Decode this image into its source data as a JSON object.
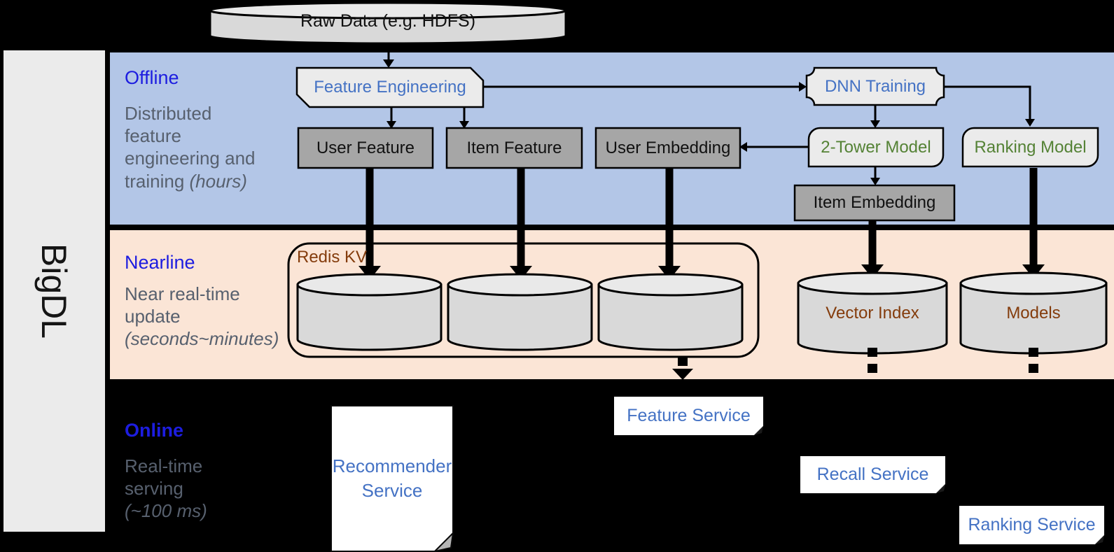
{
  "brand": "BigDL",
  "source": "Raw Data (e.g. HDFS)",
  "bands": {
    "offline": {
      "title": "Offline",
      "line1": "Distributed",
      "line2": "feature",
      "line3": "engineering and",
      "line4": "training ",
      "line4_italic": "(hours)"
    },
    "nearline": {
      "title": "Nearline",
      "line1": "Near real-time",
      "line2": "update",
      "line3_italic": "(seconds~minutes)"
    },
    "online": {
      "title": "Online",
      "line1": "Real-time",
      "line2": "serving",
      "line3_italic": "(~100 ms)"
    }
  },
  "nodes": {
    "feature_engineering": "Feature Engineering",
    "dnn_training": "DNN Training",
    "user_feature": "User Feature",
    "item_feature": "Item Feature",
    "user_embedding": "User Embedding",
    "two_tower_model": "2-Tower Model",
    "ranking_model": "Ranking Model",
    "item_embedding": "Item Embedding",
    "redis_kv": "Redis KV",
    "vector_index": "Vector Index",
    "models": "Models",
    "recommender_service_line1": "Recommender",
    "recommender_service_line2": "Service",
    "feature_service": "Feature Service",
    "recall_service": "Recall Service",
    "ranking_service": "Ranking Service"
  },
  "colors": {
    "offline_band": "#b3c6e7",
    "nearline_band": "#fbe5d6",
    "heading_blue": "#1d1de0",
    "node_text_blue": "#4472c4",
    "model_text_green": "#548235",
    "storage_text_brown": "#843c0c",
    "gray_node_fill": "#a6a6a6",
    "light_node_fill": "#ebebeb"
  }
}
